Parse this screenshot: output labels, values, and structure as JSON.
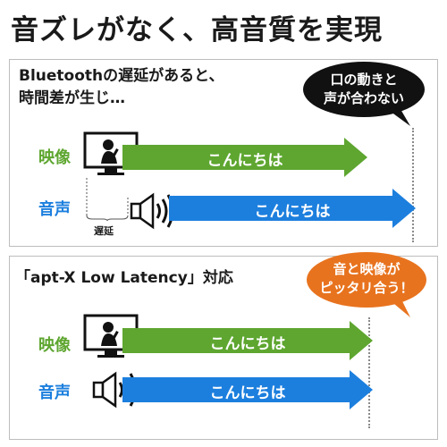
{
  "headline": "音ズレがなく、高音質を実現",
  "colors": {
    "green": "#5ea630",
    "blue": "#1c7fde",
    "black_bubble": "#111111",
    "orange_bubble": "#e8731e"
  },
  "top_panel": {
    "text_line1": "Bluetoothの遅延があると、",
    "text_line2": "時間差が生じ…",
    "bubble_line1": "口の動きと",
    "bubble_line2": "声が合わない",
    "video_label": "映像",
    "audio_label": "音声",
    "video_arrow_text": "こんにちは",
    "audio_arrow_text": "こんにちは",
    "delay_label": "遅延",
    "icons": [
      "tv-singer-icon",
      "speaker-icon"
    ]
  },
  "bottom_panel": {
    "title": "「apt-X Low Latency」対応",
    "bubble_line1": "音と映像が",
    "bubble_line2": "ピッタリ合う！",
    "video_label": "映像",
    "audio_label": "音声",
    "video_arrow_text": "こんにちは",
    "audio_arrow_text": "こんにちは",
    "icons": [
      "tv-singer-icon",
      "speaker-icon"
    ]
  }
}
